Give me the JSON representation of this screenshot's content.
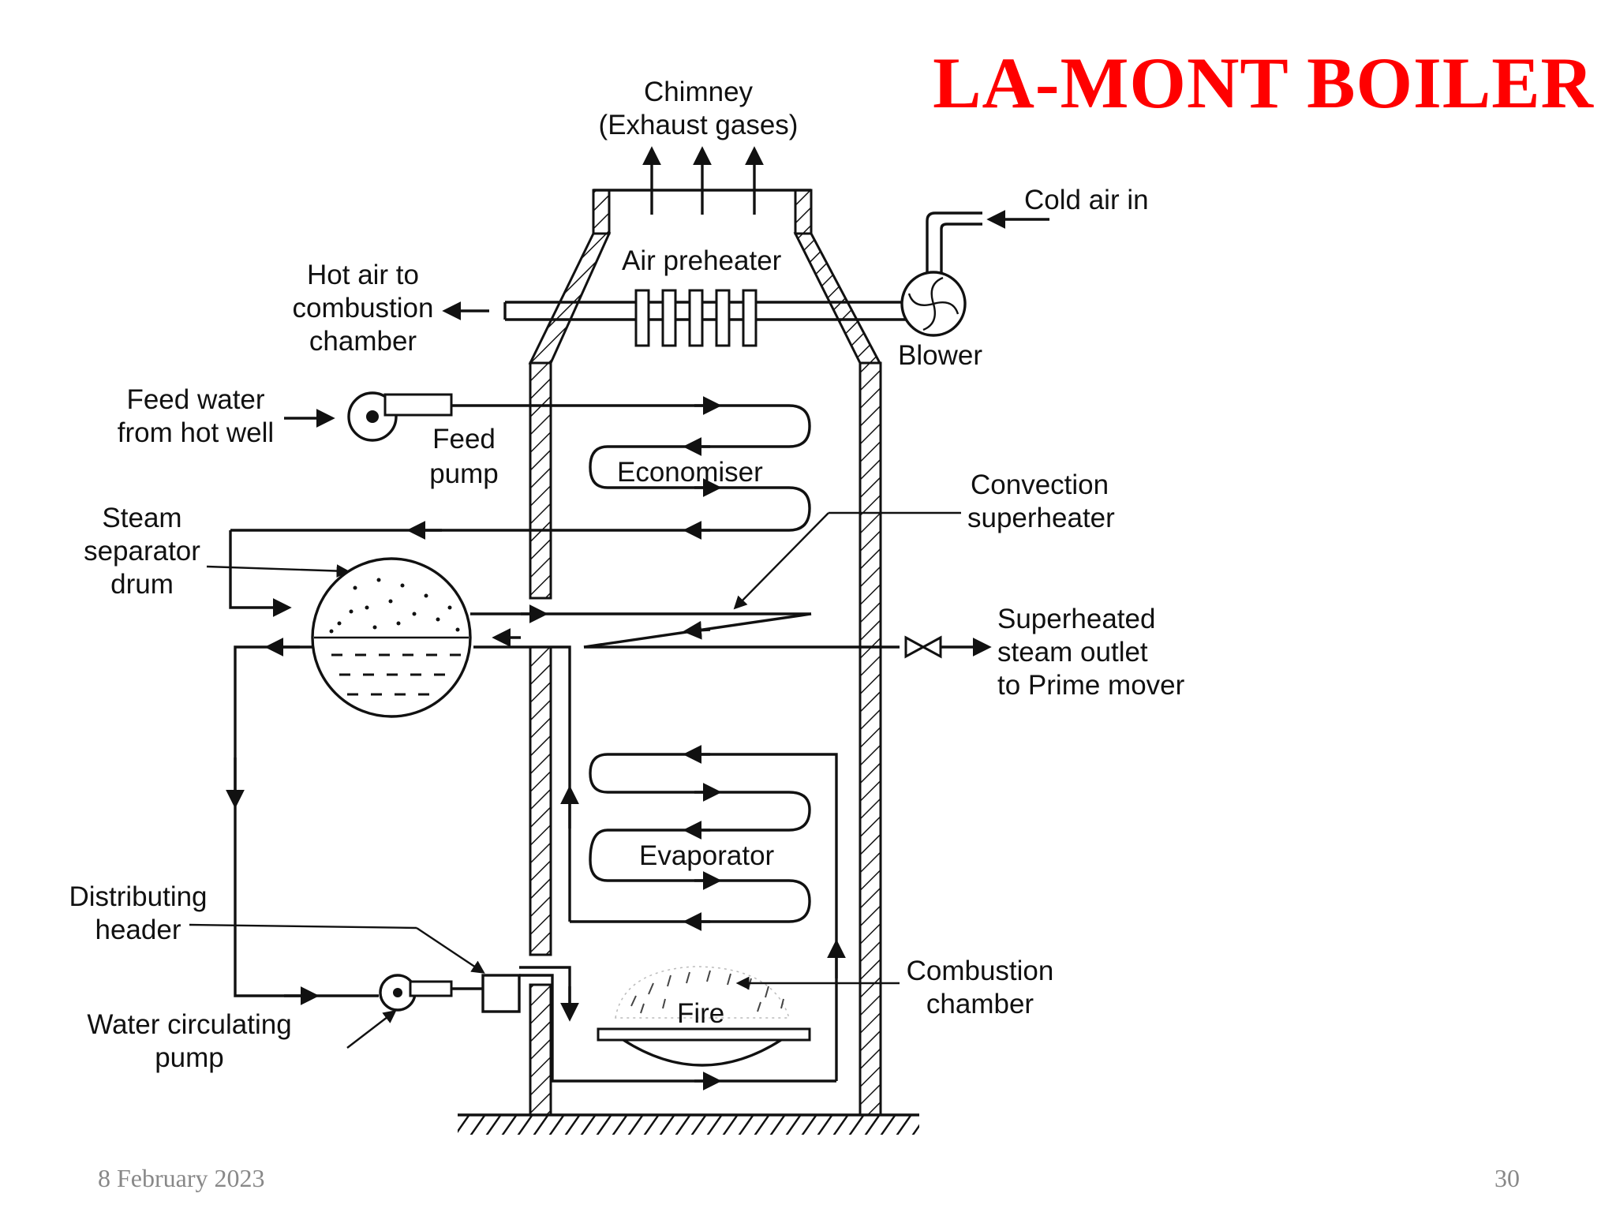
{
  "slide": {
    "title": "LA-MONT BOILER",
    "date": "8 February 2023",
    "page_number": "30",
    "title_color": "#ff0000"
  },
  "diagram": {
    "labels": {
      "chimney_1": "Chimney",
      "chimney_2": "(Exhaust gases)",
      "cold_air": "Cold air in",
      "air_preheater": "Air preheater",
      "hot_air_1": "Hot air to",
      "hot_air_2": "combustion",
      "hot_air_3": "chamber",
      "blower": "Blower",
      "feed_water_1": "Feed water",
      "feed_water_2": "from hot well",
      "feed_pump_1": "Feed",
      "feed_pump_2": "pump",
      "economiser": "Economiser",
      "convection_1": "Convection",
      "convection_2": "superheater",
      "steam_sep_1": "Steam",
      "steam_sep_2": "separator",
      "steam_sep_3": "drum",
      "superheated_1": "Superheated",
      "superheated_2": "steam outlet",
      "superheated_3": "to Prime mover",
      "evaporator": "Evaporator",
      "distributing_1": "Distributing",
      "distributing_2": "header",
      "combustion_1": "Combustion",
      "combustion_2": "chamber",
      "fire": "Fire",
      "circ_pump_1": "Water circulating",
      "circ_pump_2": "pump"
    }
  }
}
